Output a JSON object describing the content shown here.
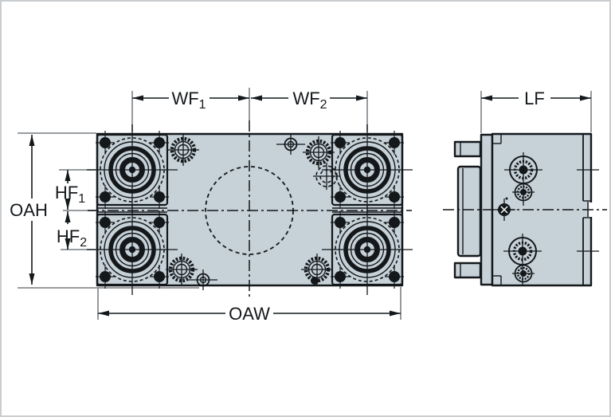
{
  "drawing": {
    "dimensions": {
      "wf1": {
        "base": "WF",
        "sub": "1"
      },
      "wf2": {
        "base": "WF",
        "sub": "2"
      },
      "lf": {
        "label": "LF"
      },
      "oah": {
        "label": "OAH"
      },
      "hf1": {
        "base": "HF",
        "sub": "1"
      },
      "hf2": {
        "base": "HF",
        "sub": "2"
      },
      "oaw": {
        "label": "OAW"
      }
    },
    "colors": {
      "background": "#ffffff",
      "body_fill": "#c6d1d8",
      "outline": "#14181b",
      "dimension": "#14181b",
      "extension_line": "#8a8f93",
      "border": "#c9cdd0"
    }
  }
}
